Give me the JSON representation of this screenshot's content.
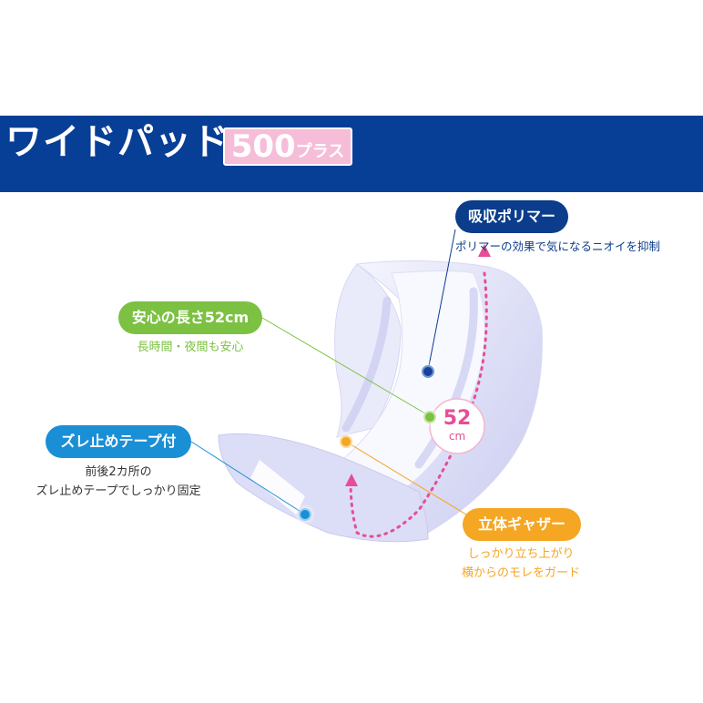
{
  "header": {
    "title": "ワイドパッド",
    "badge_number": "500",
    "badge_suffix": "プラス"
  },
  "colors": {
    "banner": "#073f97",
    "badge": "#f6bdd8",
    "navy": "#0b3d8c",
    "green": "#7cc142",
    "blue": "#1a8fd6",
    "orange": "#f5a623",
    "pink": "#e64d96"
  },
  "features": {
    "absorbent_polymer": {
      "label": "吸収ポリマー",
      "desc1": "ポリマーの効果で気になるニオイを抑制"
    },
    "length": {
      "label": "安心の長さ52cm",
      "desc1": "長時間・夜間も安心"
    },
    "tape": {
      "label": "ズレ止めテープ付",
      "desc1": "前後2カ所の",
      "desc2": "ズレ止めテープでしっかり固定"
    },
    "gathers": {
      "label": "立体ギャザー",
      "desc1": "しっかり立ち上がり",
      "desc2": "横からのモレをガード"
    }
  },
  "measure": {
    "value": "52",
    "unit": "cm"
  }
}
